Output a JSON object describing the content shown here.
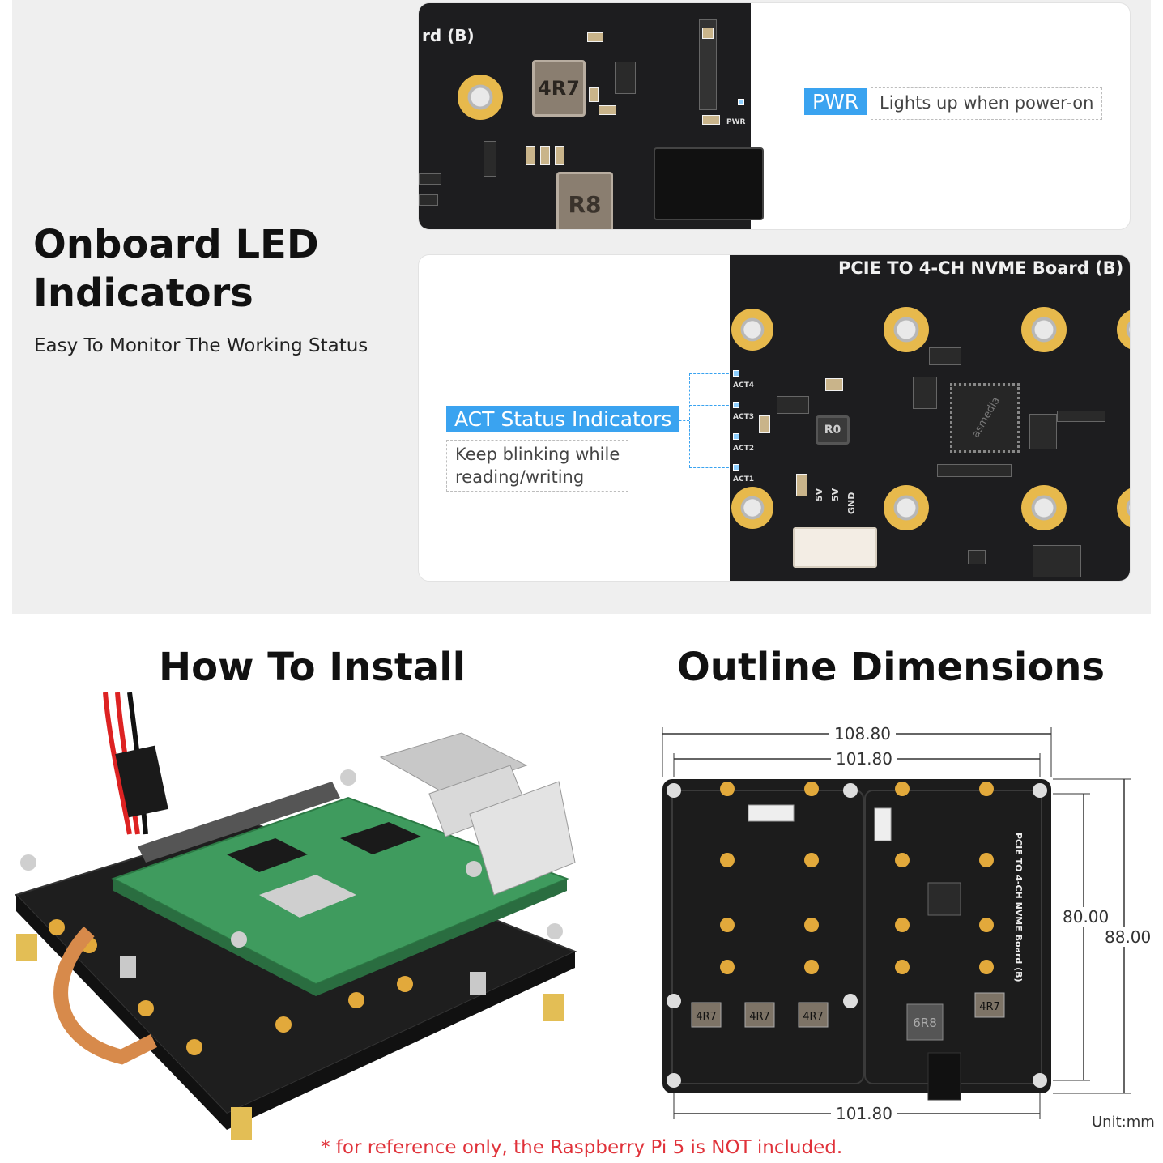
{
  "led_section": {
    "title_line1": "Onboard LED",
    "title_line2": "Indicators",
    "subtitle": "Easy To Monitor The Working Status"
  },
  "pwr_card": {
    "board_label_partial": "rd (B)",
    "tag": "PWR",
    "description": "Lights up when power-on",
    "silk_pwr": "PWR",
    "inductor1": "4R7",
    "inductor2": "R8"
  },
  "act_card": {
    "board_label": "PCIE TO 4-CH NVME Board (B)",
    "tag": "ACT Status Indicators",
    "description_line1": "Keep blinking while",
    "description_line2": "reading/writing",
    "act_labels": [
      "ACT4",
      "ACT3",
      "ACT2",
      "ACT1"
    ],
    "pin_labels": [
      "5V",
      "5V",
      "GND"
    ],
    "chip_label": "asmedia",
    "inductor": "R0"
  },
  "install": {
    "title": "How To Install"
  },
  "dimensions": {
    "title": "Outline Dimensions",
    "width_outer": "108.80",
    "width_inner_top": "101.80",
    "width_inner_bottom": "101.80",
    "height_inner": "80.00",
    "height_outer": "88.00",
    "unit": "Unit:mm",
    "board_label": "PCIE TO 4-CH NVME Board (B)",
    "inductors": [
      "4R7",
      "4R7",
      "4R7",
      "6R8",
      "4R7"
    ]
  },
  "note": "* for reference only, the Raspberry Pi 5 is NOT included."
}
